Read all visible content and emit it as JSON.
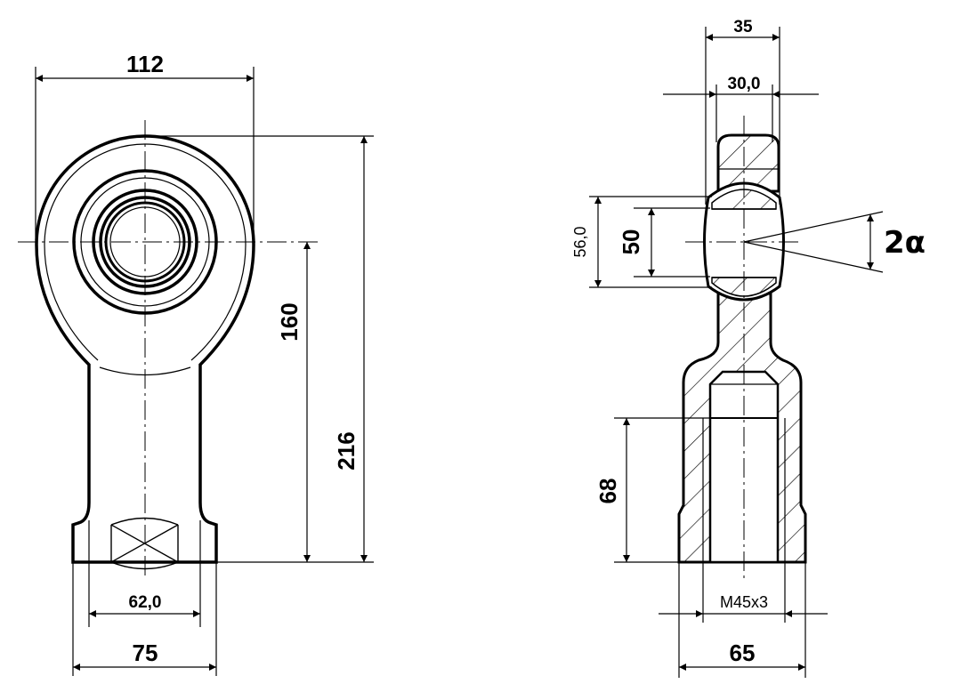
{
  "front_view": {
    "width_head": "112",
    "height_center": "160",
    "height_total": "216",
    "width_hex": "62,0",
    "width_base": "75"
  },
  "side_view": {
    "width_outer": "35",
    "width_ball": "30,0",
    "dia_outer": "56,0",
    "dia_bore": "50",
    "angle": "2α",
    "thread_depth": "68",
    "thread": "M45x3",
    "width_base": "65"
  }
}
